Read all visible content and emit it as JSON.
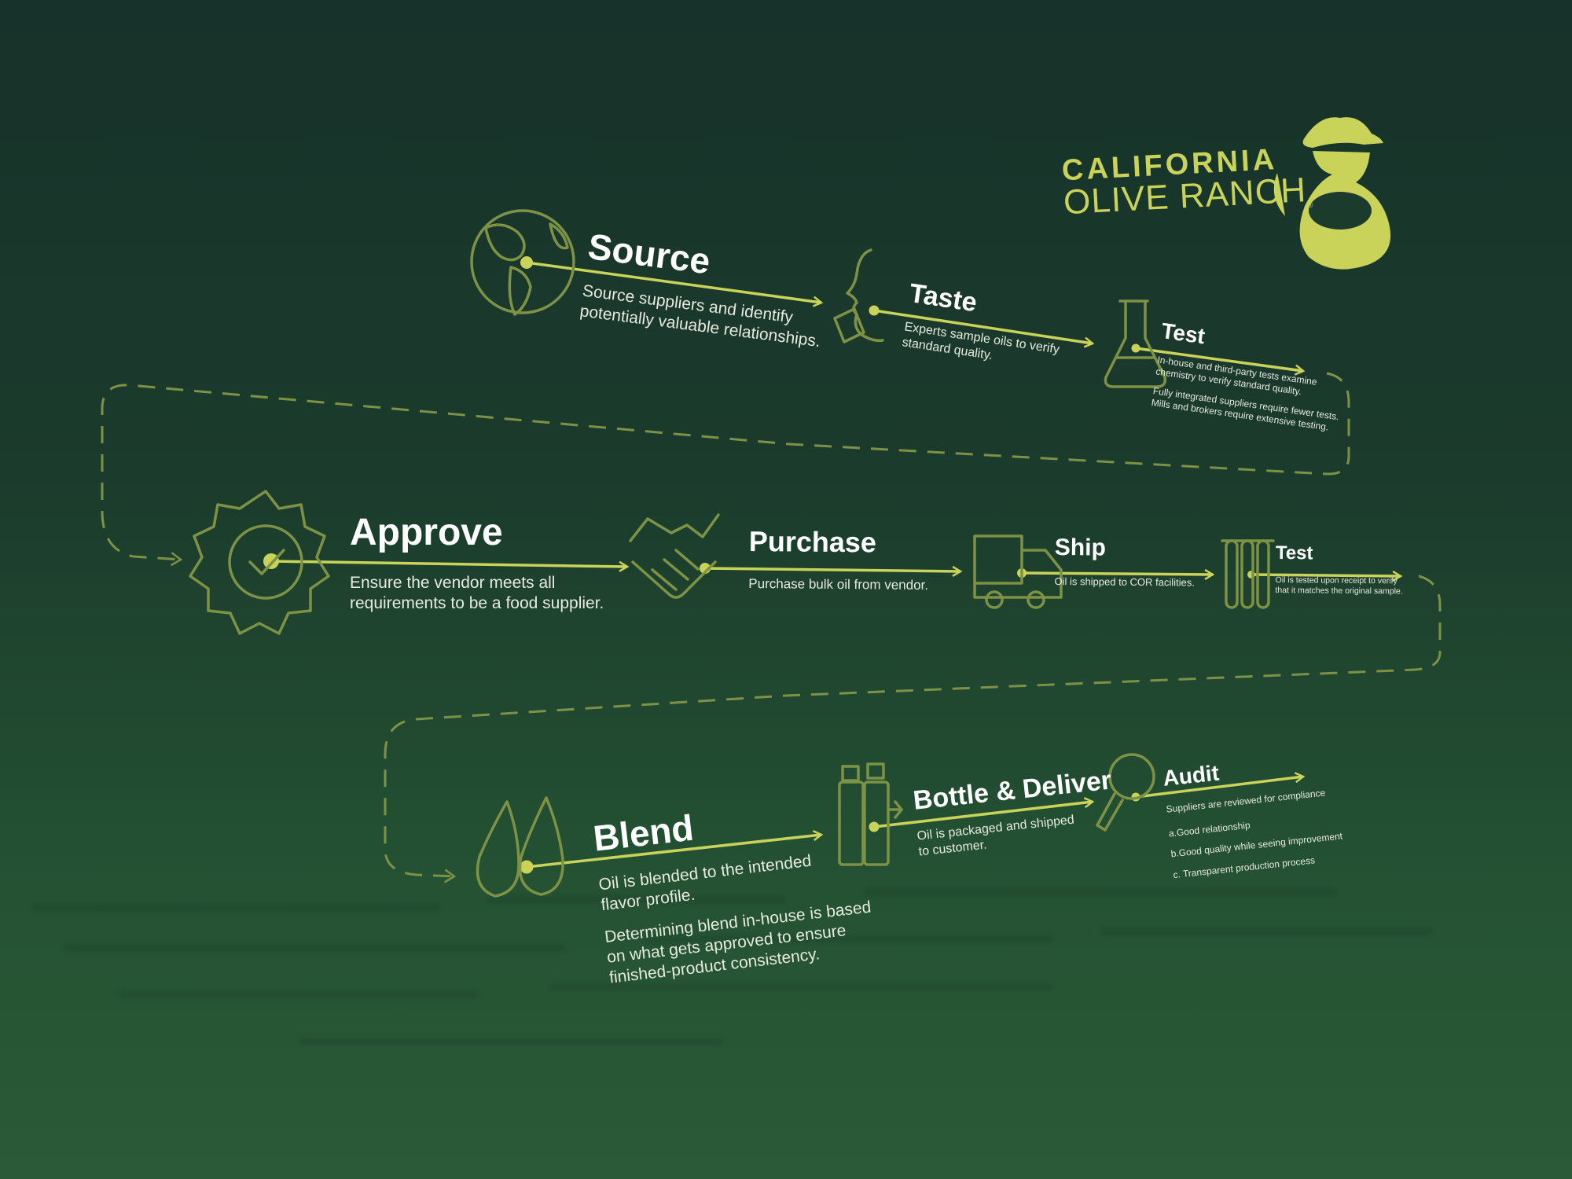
{
  "brand": {
    "line1": "CALIFORNIA",
    "line2": "OLIVE RANCH",
    "registered": "®",
    "logo_icon": "farmer-holding-olives-icon"
  },
  "colors": {
    "background_top": "#17322a",
    "background_bottom": "#2a5a37",
    "accent": "#c9d35a",
    "icon_stroke": "#7d9245",
    "dash": "#7d9245",
    "text": "#ffffff"
  },
  "steps": [
    {
      "id": "source",
      "title": "Source",
      "icon": "globe-icon",
      "desc": [
        "Source suppliers and identify",
        "potentially valuable relationships."
      ]
    },
    {
      "id": "taste",
      "title": "Taste",
      "icon": "face-tasting-icon",
      "desc": [
        "Experts sample oils to verify",
        "standard quality."
      ]
    },
    {
      "id": "test1",
      "title": "Test",
      "icon": "flask-icon",
      "desc": [
        "In-house and third-party tests examine",
        "chemistry to verify standard quality."
      ],
      "note": [
        "Fully integrated suppliers require fewer tests.",
        "Mills and brokers require extensive testing."
      ]
    },
    {
      "id": "approve",
      "title": "Approve",
      "icon": "badge-check-icon",
      "desc": [
        "Ensure the vendor meets all",
        "requirements to be a food supplier."
      ]
    },
    {
      "id": "purchase",
      "title": "Purchase",
      "icon": "handshake-icon",
      "desc": [
        "Purchase bulk oil from vendor."
      ]
    },
    {
      "id": "ship",
      "title": "Ship",
      "icon": "truck-icon",
      "desc": [
        "Oil is shipped to COR facilities."
      ]
    },
    {
      "id": "test2",
      "title": "Test",
      "icon": "test-tubes-icon",
      "desc": [
        "Oil is tested upon receipt to verify",
        "that it matches the original sample."
      ]
    },
    {
      "id": "blend",
      "title": "Blend",
      "icon": "oil-drops-icon",
      "desc": [
        "Oil is blended to the intended",
        "flavor profile."
      ],
      "note": [
        "Determining blend in-house is based",
        "on what gets approved to ensure",
        "finished-product consistency."
      ]
    },
    {
      "id": "bottle",
      "title": "Bottle & Deliver",
      "icon": "bottles-icon",
      "desc": [
        "Oil is packaged and shipped",
        "to customer."
      ]
    },
    {
      "id": "audit",
      "title": "Audit",
      "icon": "magnifier-icon",
      "desc": [
        "Suppliers are reviewed for compliance"
      ],
      "list": [
        "a.Good relationship",
        "b.Good quality while seeing improvement",
        "c. Transparent production process"
      ]
    }
  ]
}
